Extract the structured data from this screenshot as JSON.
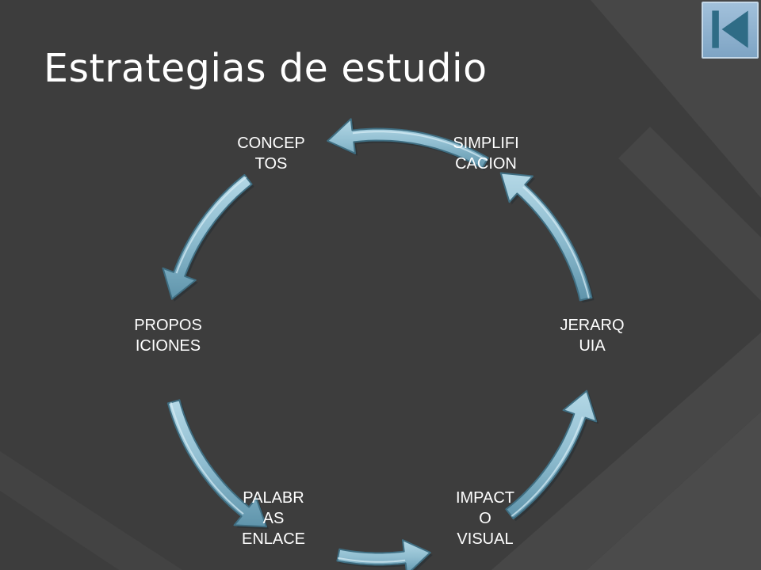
{
  "slide": {
    "title": "Estrategias de estudio",
    "back_button_icon": "skip-back-icon"
  },
  "cycle": {
    "type": "cycle",
    "nodes": [
      {
        "id": "conceptos",
        "lines": [
          "CONCEP",
          "TOS"
        ]
      },
      {
        "id": "proposiciones",
        "lines": [
          "PROPOS",
          "ICIONES"
        ]
      },
      {
        "id": "palabras-enlace",
        "lines": [
          "PALABR",
          "AS",
          "ENLACE"
        ]
      },
      {
        "id": "impacto-visual",
        "lines": [
          "IMPACT",
          "O",
          "VISUAL"
        ]
      },
      {
        "id": "jerarquia",
        "lines": [
          "JERARQ",
          "UIA"
        ]
      },
      {
        "id": "simplificacion",
        "lines": [
          "SIMPLIFI",
          "CACION"
        ]
      }
    ],
    "arrow_direction": "counterclockwise"
  },
  "colors": {
    "background": "#3d3d3d",
    "stripe": "#4b4b4b",
    "arrow_fill": "#8fbdd0",
    "arrow_edge": "#3f6e82",
    "text": "#ffffff"
  }
}
